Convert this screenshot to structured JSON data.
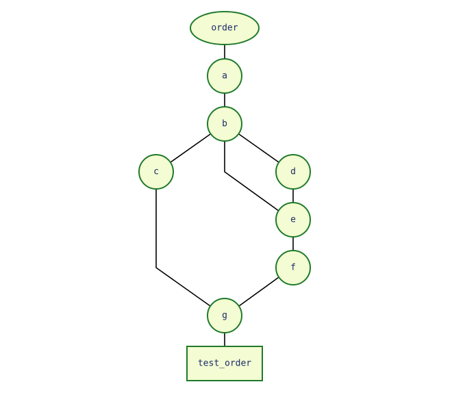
{
  "diagram": {
    "nodes": [
      {
        "id": "order",
        "label": "order",
        "shape": "ellipse"
      },
      {
        "id": "a",
        "label": "a",
        "shape": "circle"
      },
      {
        "id": "b",
        "label": "b",
        "shape": "circle"
      },
      {
        "id": "c",
        "label": "c",
        "shape": "circle"
      },
      {
        "id": "d",
        "label": "d",
        "shape": "circle"
      },
      {
        "id": "e",
        "label": "e",
        "shape": "circle"
      },
      {
        "id": "f",
        "label": "f",
        "shape": "circle"
      },
      {
        "id": "g",
        "label": "g",
        "shape": "circle"
      },
      {
        "id": "test_order",
        "label": "test_order",
        "shape": "box"
      }
    ],
    "edges": [
      {
        "from": "order",
        "to": "a"
      },
      {
        "from": "a",
        "to": "b"
      },
      {
        "from": "b",
        "to": "c"
      },
      {
        "from": "b",
        "to": "d"
      },
      {
        "from": "b",
        "to": "e"
      },
      {
        "from": "d",
        "to": "e"
      },
      {
        "from": "e",
        "to": "f"
      },
      {
        "from": "c",
        "to": "g"
      },
      {
        "from": "f",
        "to": "g"
      },
      {
        "from": "g",
        "to": "test_order"
      }
    ],
    "colors": {
      "node_fill": "#f3fcd2",
      "node_stroke": "#1f7a2a",
      "label": "#1b2a6b",
      "edge": "#000000"
    }
  }
}
